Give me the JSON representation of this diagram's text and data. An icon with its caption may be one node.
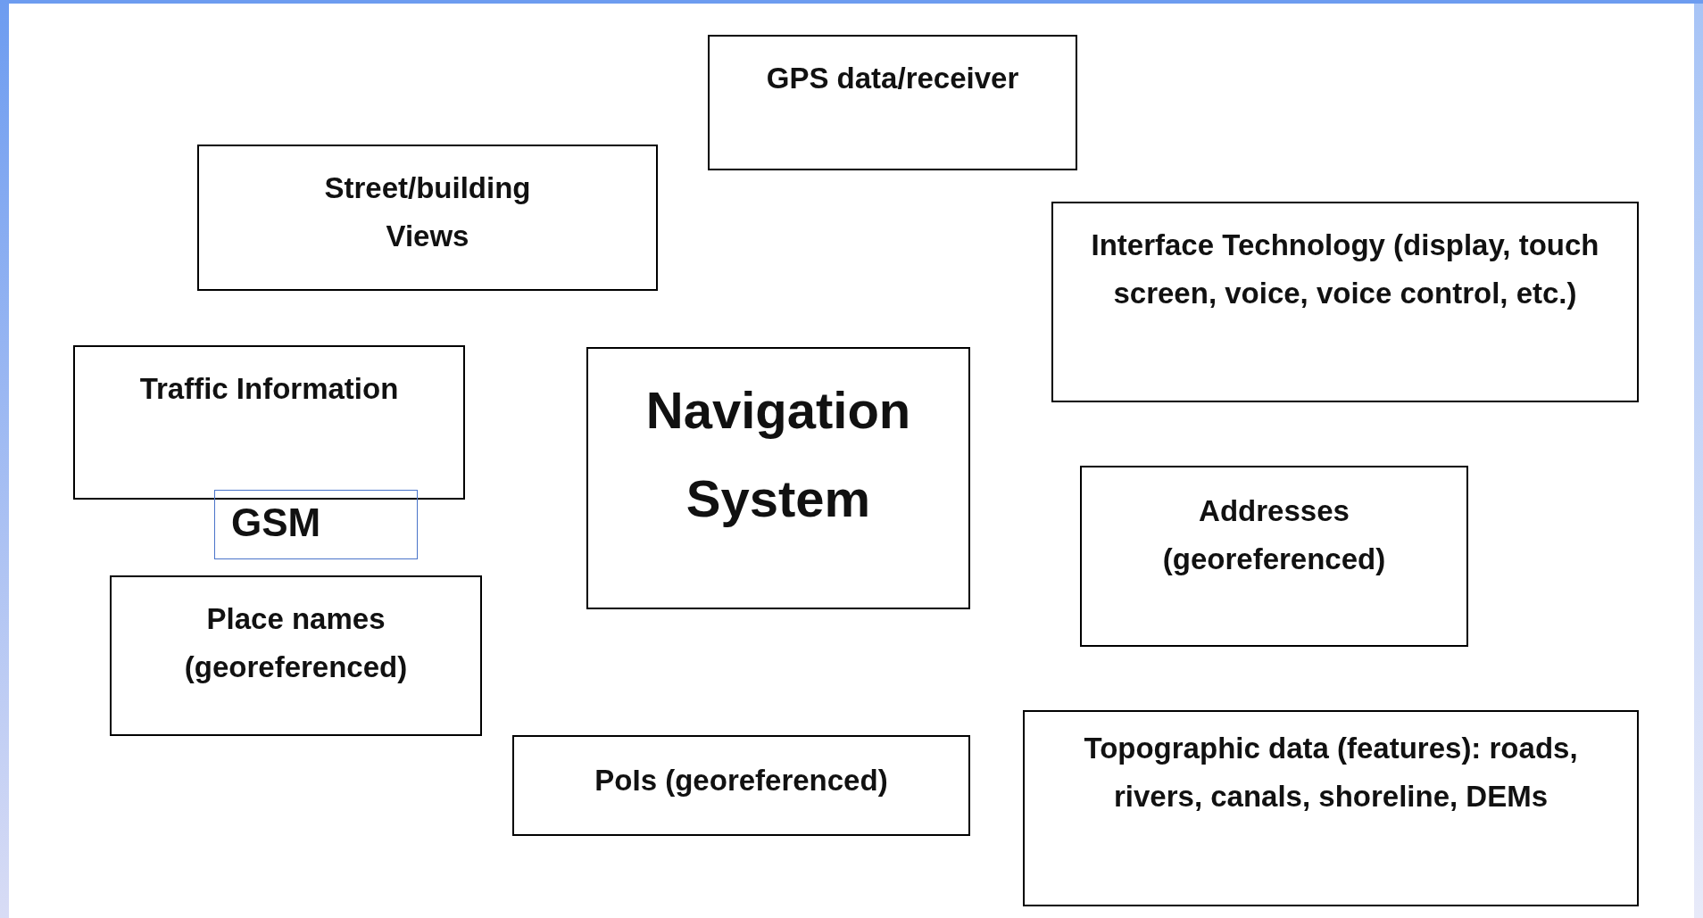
{
  "diagram": {
    "nodes": [
      {
        "text": [
          "GPS data/receiver"
        ]
      },
      {
        "text": [
          "Street/building Views"
        ]
      },
      {
        "text": [
          "Interface Technology (display, touch screen, voice, voice control, etc.)"
        ]
      },
      {
        "text": [
          "Traffic Information"
        ]
      },
      {
        "text": [
          "Navigation System"
        ]
      },
      {
        "text": [
          "GSM"
        ]
      },
      {
        "text": [
          "Addresses (georeferenced)"
        ]
      },
      {
        "text": [
          "Place names (georeferenced)"
        ]
      },
      {
        "text": [
          "PoIs (georeferenced)"
        ]
      },
      {
        "text": [
          "Topographic data (features): roads, rivers, canals, shoreline, DEMs"
        ]
      }
    ]
  }
}
